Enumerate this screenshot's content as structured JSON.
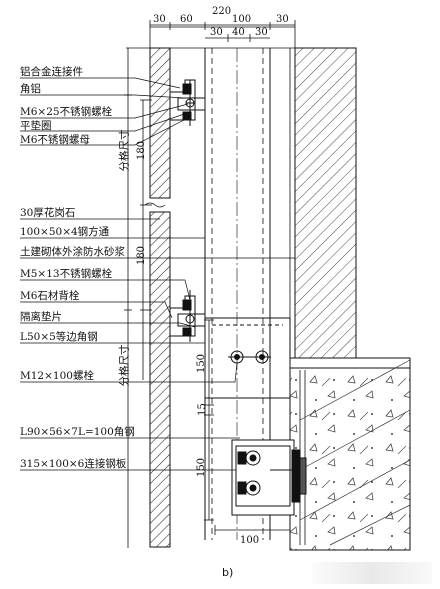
{
  "dimensions": {
    "overall": "220",
    "top_segments": [
      "30",
      "60",
      "100",
      "30"
    ],
    "inner_segments": [
      "30",
      "40",
      "30"
    ],
    "left_v1": "180",
    "left_v2": "180",
    "right_v1": "150",
    "right_v2": "15",
    "right_v3": "150",
    "bottom": "100"
  },
  "vertical_labels": {
    "module_upper": "分格尺寸",
    "module_lower": "分格尺寸"
  },
  "labels": [
    "铝合金连接件",
    "角铝",
    "M6×25不锈钢螺栓",
    "平垫圈",
    "M6不锈钢螺母",
    "30厚花岗石",
    "100×50×4钢方通",
    "土建砌体外涂防水砂浆",
    "M5×13不锈钢螺栓",
    "M6石材背栓",
    "隔离垫片",
    "L50×5等边角钢",
    "M12×100螺栓",
    "L90×56×7L=100角钢",
    "315×100×6连接钢板"
  ],
  "caption": "b)"
}
